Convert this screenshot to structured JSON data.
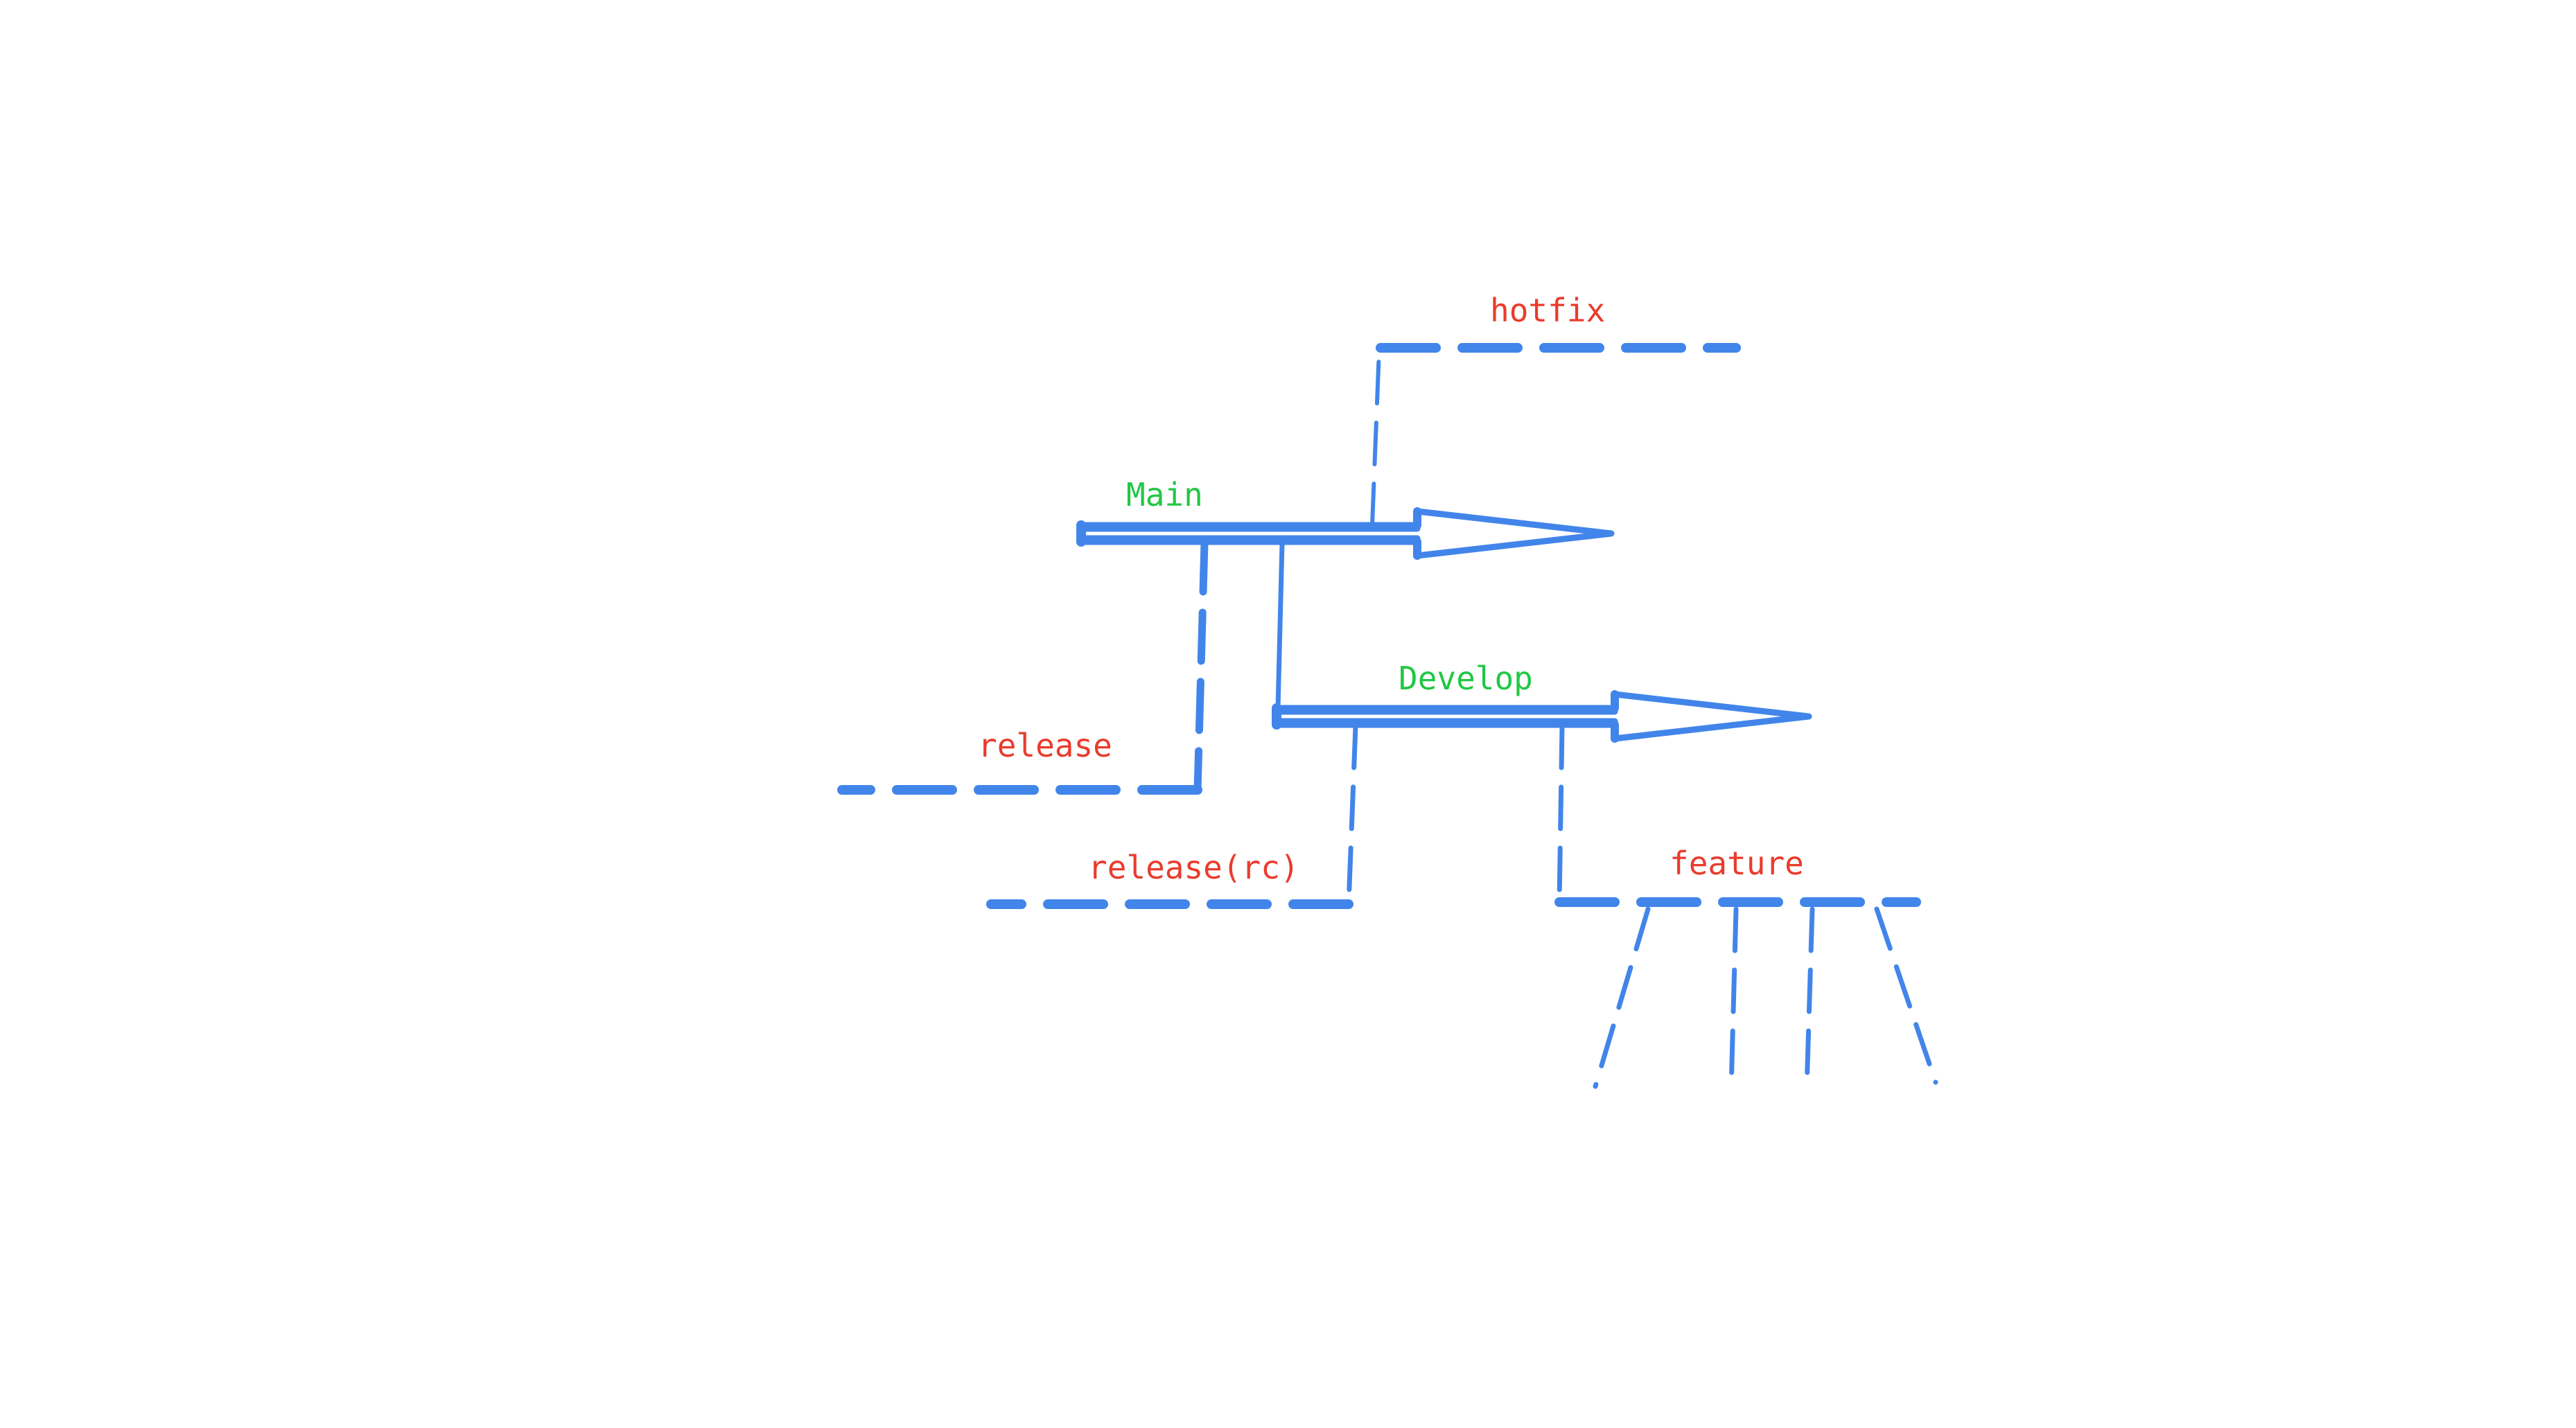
{
  "colors": {
    "line": "#4285ea",
    "primary_label": "#22c745",
    "branch_label": "#ea3b2c",
    "background": "#ffffff"
  },
  "labels": {
    "main": "Main",
    "develop": "Develop",
    "hotfix": "hotfix",
    "release": "release",
    "release_rc": "release(rc)",
    "feature": "feature"
  }
}
